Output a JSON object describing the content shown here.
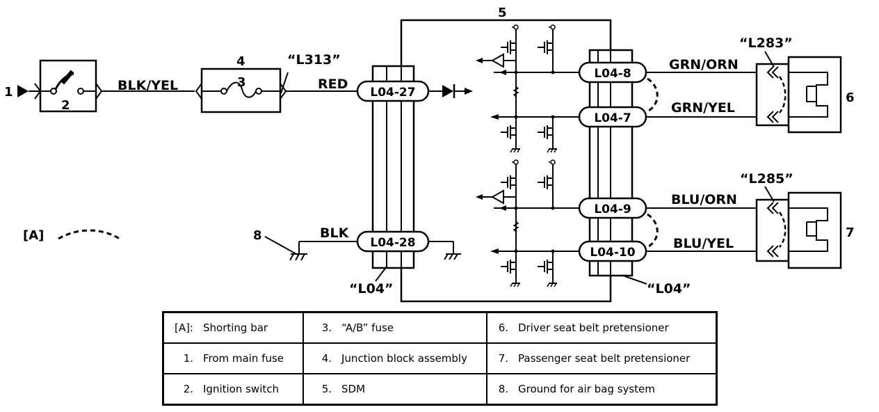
{
  "labels": {
    "marker_A": "[A]",
    "n1": "1",
    "n2": "2",
    "n3": "3",
    "n4": "4",
    "n5": "5",
    "n6": "6",
    "n7": "7",
    "n8": "8",
    "l313": "“L313”",
    "l283": "“L283”",
    "l285": "“L285”",
    "l04_left": "“L04”",
    "l04_right": "“L04”"
  },
  "wires": {
    "blk_yel": "BLK/YEL",
    "red": "RED",
    "blk": "BLK",
    "grn_orn": "GRN/ORN",
    "grn_yel": "GRN/YEL",
    "blu_orn": "BLU/ORN",
    "blu_yel": "BLU/YEL"
  },
  "pins": {
    "l04_27": "L04-27",
    "l04_28": "L04-28",
    "l04_8": "L04-8",
    "l04_7": "L04-7",
    "l04_9": "L04-9",
    "l04_10": "L04-10"
  },
  "legend": {
    "rows": [
      [
        {
          "key": "[A]:",
          "text": "Shorting bar"
        },
        {
          "key": "3.",
          "text": "“A/B” fuse"
        },
        {
          "key": "6.",
          "text": "Driver seat belt pretensioner"
        }
      ],
      [
        {
          "key": "1.",
          "text": "From main fuse"
        },
        {
          "key": "4.",
          "text": "Junction block assembly"
        },
        {
          "key": "7.",
          "text": "Passenger seat belt pretensioner"
        }
      ],
      [
        {
          "key": "2.",
          "text": "Ignition switch"
        },
        {
          "key": "5.",
          "text": "SDM"
        },
        {
          "key": "8.",
          "text": "Ground for air bag system"
        }
      ]
    ]
  }
}
